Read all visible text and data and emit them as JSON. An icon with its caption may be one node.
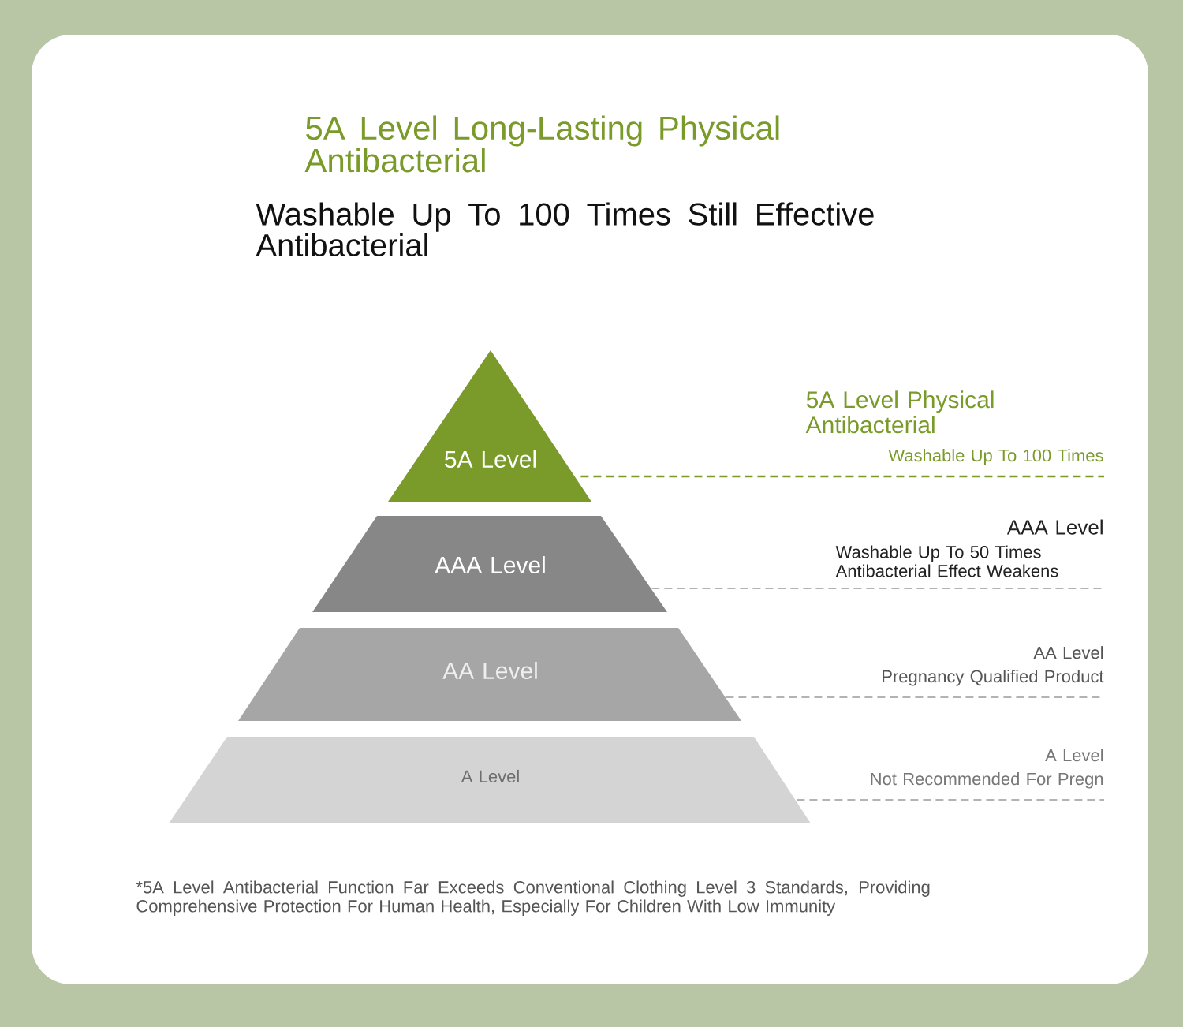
{
  "diagram": {
    "title": "5A Level Long-Lasting Physical Antibacterial",
    "nodes": [
      {
        "text": [
          "5A Level"
        ]
      },
      {
        "text": [
          "AAA Level"
        ]
      },
      {
        "text": [
          "AA Level"
        ]
      },
      {
        "text": [
          "A Level"
        ]
      },
      {
        "text": [
          "5A Level Physical Antibacterial",
          "Washable Up To 100 Times"
        ]
      },
      {
        "text": [
          "AAA Level",
          "Washable Up To 50 Times Antibacterial Effect Weakens"
        ]
      },
      {
        "text": [
          "AA Level",
          "Pregnancy Qualified Product"
        ]
      },
      {
        "text": [
          "A Level",
          "Not Recommended For Pregn"
        ]
      }
    ],
    "edges": [
      {
        "from": 0,
        "to": 4,
        "arrow": "none",
        "style": "dashed",
        "color": "#7a9a2a"
      },
      {
        "from": 1,
        "to": 5,
        "arrow": "none",
        "style": "dashed"
      },
      {
        "from": 2,
        "to": 6,
        "arrow": "none",
        "style": "dashed"
      },
      {
        "from": 3,
        "to": 7,
        "arrow": "none",
        "style": "dashed"
      }
    ],
    "labels": [
      "Washable Up To 100 Times Still Effective Antibacterial",
      "*5A Level Antibacterial Function Far Exceeds Conventional Clothing Level 3 Standards, Providing Comprehensive Protection For Human Health, Especially For Children With Low Immunity"
    ]
  }
}
